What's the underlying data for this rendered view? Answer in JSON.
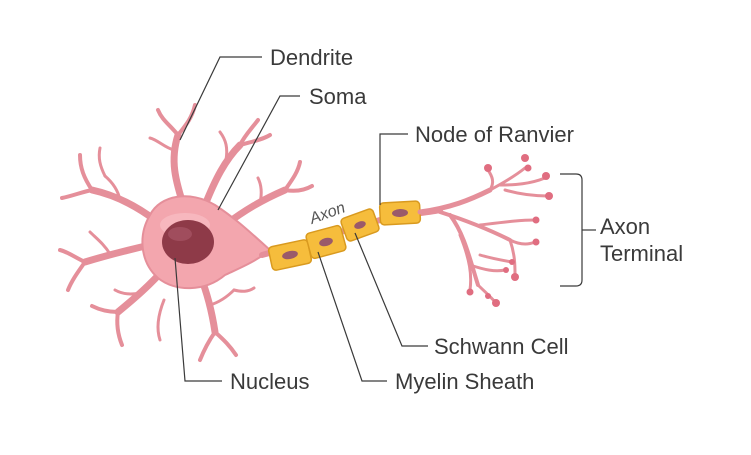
{
  "labels": {
    "dendrite": "Dendrite",
    "soma": "Soma",
    "node_of_ranvier": "Node of Ranvier",
    "axon": "Axon",
    "axon_terminal_line1": "Axon",
    "axon_terminal_line2": "Terminal",
    "schwann_cell": "Schwann Cell",
    "nucleus": "Nucleus",
    "myelin_sheath": "Myelin Sheath"
  },
  "colors": {
    "cell_body": "#f3a6ae",
    "cell_outline": "#e58f9a",
    "nucleus": "#8e3a48",
    "myelin": "#f6bd3c",
    "myelin_outline": "#d99a1f",
    "schwann_nucleus": "#9a5a6a",
    "text": "#3a3a3a"
  }
}
